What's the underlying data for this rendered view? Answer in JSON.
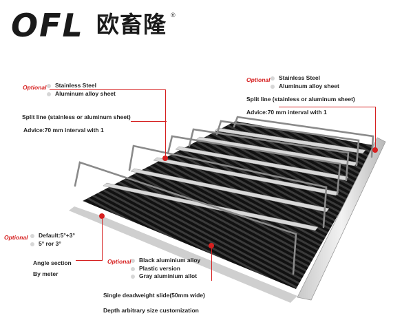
{
  "brand": {
    "latin": "OFL",
    "chinese": "欧畜隆",
    "registered": "®",
    "accent_color": "#d62020"
  },
  "callouts": {
    "material_left": {
      "optional": "Optional",
      "options": [
        "Stainless Steel",
        "Aluminum alloy sheet"
      ]
    },
    "material_right": {
      "optional": "Optional",
      "options": [
        "Stainless Steel",
        "Aluminum alloy sheet"
      ]
    },
    "split_line_left": "Split line (stainless or aluminum sheet)",
    "split_line_right": "Split line (stainless or aluminum sheet)",
    "advice_left": "Advice:70 mm interval with 1",
    "advice_right": "Advice:70 mm interval with 1",
    "angle": {
      "optional": "Optional",
      "options": [
        "Default:5°+3°",
        "5° ror 3°"
      ]
    },
    "angle_section": "Angle section",
    "by_meter": "By meter",
    "color": {
      "optional": "Optional",
      "options": [
        "Black aluminium alloy",
        "Plastic version",
        "Gray aluminium allot"
      ]
    },
    "slide": "Single deadweight slide(50mm wide)",
    "depth": "Depth arbitrary size customization"
  }
}
